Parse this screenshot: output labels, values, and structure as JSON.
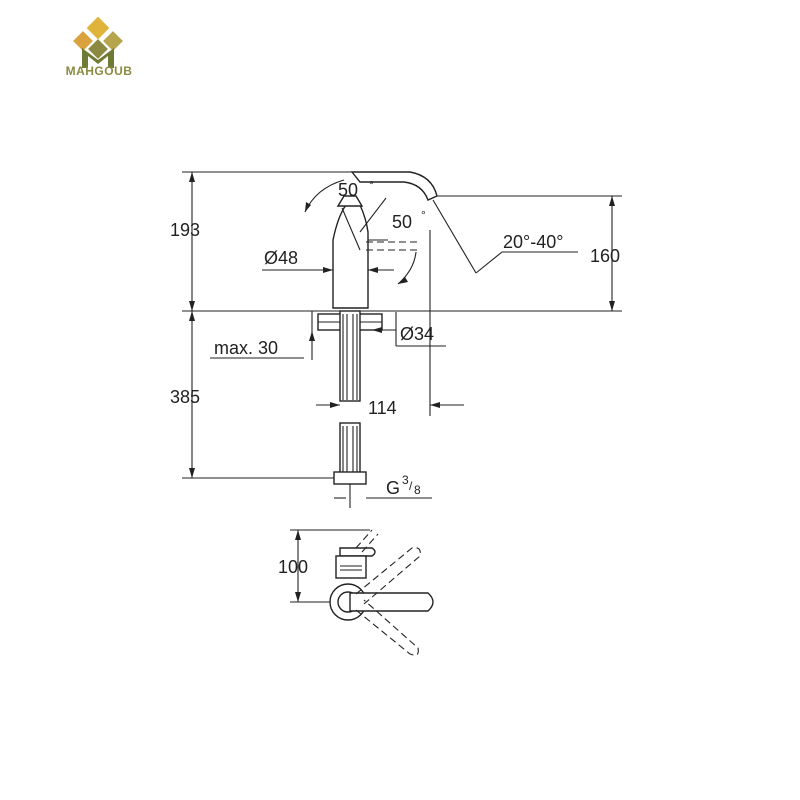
{
  "brand": {
    "name": "MAHGOUB"
  },
  "diagram": {
    "dims": {
      "h193": "193",
      "h160": "160",
      "h385": "385",
      "a50a": "50",
      "a50b": "50",
      "deg": "°",
      "d48": "Ø48",
      "d34": "Ø34",
      "max30": "max. 30",
      "angle": "20°-40°",
      "w114": "114",
      "g": "G",
      "g_num": "3",
      "g_den": "8",
      "w100": "100"
    }
  },
  "colors": {
    "line": "#222222",
    "logo_gold": "#c9a227",
    "logo_green": "#8c8a40"
  }
}
